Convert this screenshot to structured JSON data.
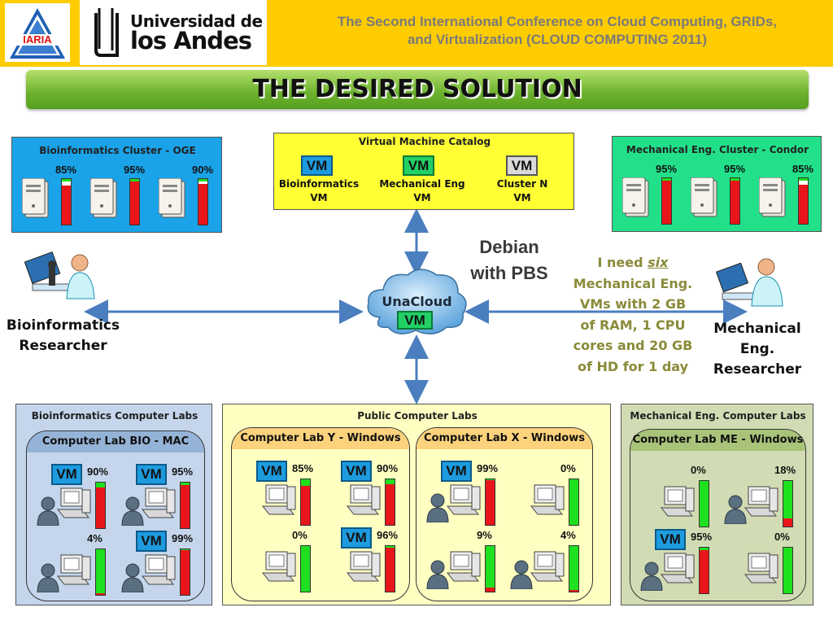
{
  "header": {
    "iaria_logo": "IARIA",
    "university_line1": "Universidad de",
    "university_line2": "los Andes",
    "conference_line1": "The Second International Conference on Cloud Computing, GRIDs,",
    "conference_line2": "and Virtualization (CLOUD COMPUTING 2011)"
  },
  "banner": {
    "title": "THE DESIRED SOLUTION"
  },
  "bio_cluster": {
    "title": "Bioinformatics Cluster - OGE",
    "servers": [
      {
        "label": "85%",
        "value": 85
      },
      {
        "label": "95%",
        "value": 95
      },
      {
        "label": "90%",
        "value": 90
      }
    ]
  },
  "catalog": {
    "title": "Virtual Machine Catalog",
    "items": [
      {
        "badge": "VM",
        "name": "Bioinformatics",
        "sub": "VM",
        "style": "blue"
      },
      {
        "badge": "VM",
        "name": "Mechanical Eng",
        "sub": "VM",
        "style": "green"
      },
      {
        "badge": "VM",
        "name": "Cluster N",
        "sub": "VM",
        "style": "gray"
      }
    ]
  },
  "mech_cluster": {
    "title": "Mechanical Eng. Cluster - Condor",
    "servers": [
      {
        "label": "95%",
        "value": 95
      },
      {
        "label": "95%",
        "value": 95
      },
      {
        "label": "85%",
        "value": 85
      }
    ]
  },
  "center": {
    "debian_line1": "Debian",
    "debian_line2": "with PBS",
    "cloud_label": "UnaCloud",
    "cloud_vm": "VM"
  },
  "bio_researcher": {
    "line1": "Bioinformatics",
    "line2": "Researcher"
  },
  "mech_researcher": {
    "line1": "Mechanical Eng.",
    "line2": "Researcher"
  },
  "request": {
    "lines": [
      "I need ",
      "six",
      "Mechanical Eng.",
      "VMs with 2 GB",
      "of RAM, 1 CPU",
      "cores and 20 GB",
      "of HD for 1 day"
    ]
  },
  "bio_labs": {
    "title": "Bioinformatics Computer Labs",
    "lab": {
      "title": "Computer Lab BIO - MAC",
      "machines": [
        {
          "vm": "VM",
          "label": "90%",
          "value": 90,
          "user": true,
          "color": "red"
        },
        {
          "vm": "VM",
          "label": "95%",
          "value": 95,
          "user": true,
          "color": "red"
        },
        {
          "vm": "",
          "label": "4%",
          "value": 4,
          "user": true,
          "color": "green"
        },
        {
          "vm": "VM",
          "label": "99%",
          "value": 99,
          "user": true,
          "color": "red"
        }
      ]
    }
  },
  "public_labs": {
    "title": "Public Computer Labs",
    "lab_y": {
      "title": "Computer Lab Y - Windows",
      "machines": [
        {
          "vm": "VM",
          "label": "85%",
          "value": 85,
          "user": false,
          "color": "red"
        },
        {
          "vm": "VM",
          "label": "90%",
          "value": 90,
          "user": false,
          "color": "red"
        },
        {
          "vm": "",
          "label": "0%",
          "value": 0,
          "user": false,
          "color": "green"
        },
        {
          "vm": "VM",
          "label": "96%",
          "value": 96,
          "user": false,
          "color": "red"
        }
      ]
    },
    "lab_x": {
      "title": "Computer Lab X - Windows",
      "machines": [
        {
          "vm": "VM",
          "label": "99%",
          "value": 99,
          "user": true,
          "color": "red"
        },
        {
          "vm": "",
          "label": "0%",
          "value": 0,
          "user": false,
          "color": "green"
        },
        {
          "vm": "",
          "label": "9%",
          "value": 9,
          "user": true,
          "color": "green"
        },
        {
          "vm": "",
          "label": "4%",
          "value": 4,
          "user": true,
          "color": "green"
        }
      ]
    }
  },
  "mech_labs": {
    "title": "Mechanical Eng. Computer Labs",
    "lab": {
      "title": "Computer Lab ME - Windows",
      "machines": [
        {
          "vm": "",
          "label": "0%",
          "value": 0,
          "user": false,
          "color": "green"
        },
        {
          "vm": "",
          "label": "18%",
          "value": 18,
          "user": true,
          "color": "green"
        },
        {
          "vm": "VM",
          "label": "95%",
          "value": 95,
          "user": true,
          "color": "red"
        },
        {
          "vm": "",
          "label": "0%",
          "value": 0,
          "user": false,
          "color": "green"
        }
      ]
    }
  },
  "colors": {
    "header": "#ffcc00",
    "bar_red": "#e8161b",
    "bar_green": "#1fe01f",
    "arrow": "#4a7ebf",
    "request_text": "#8a8a3a"
  }
}
